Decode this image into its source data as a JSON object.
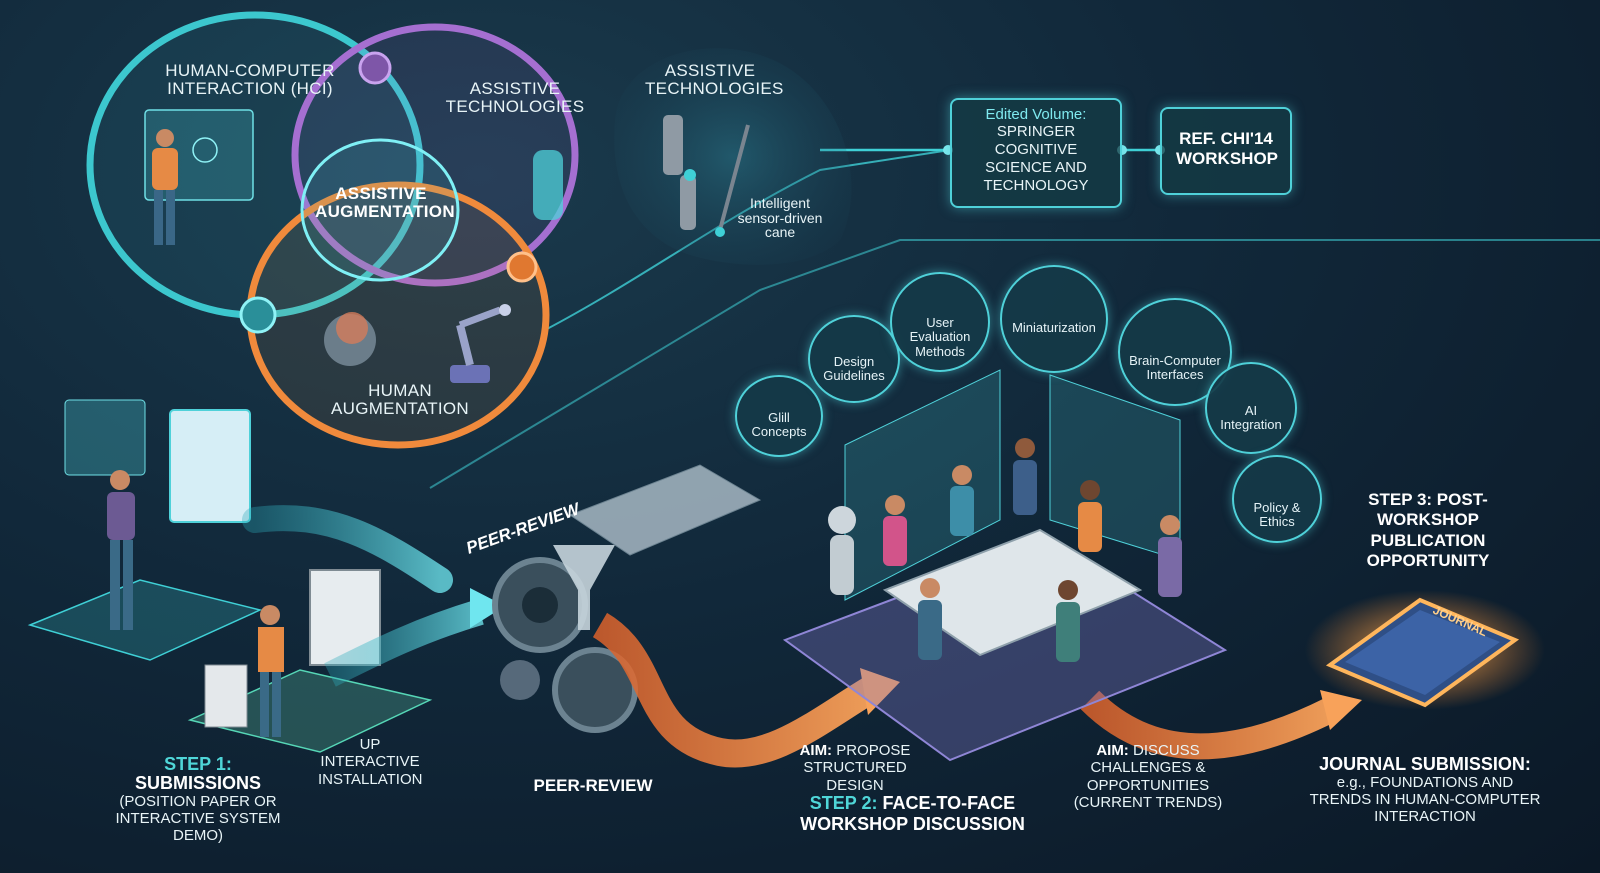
{
  "venn": {
    "hci_label": "HUMAN-COMPUTER INTERACTION (HCI)",
    "assistive_label": "ASSISTIVE TECHNOLOGIES",
    "human_aug_label": "HUMAN AUGMENTATION",
    "center_label": "ASSISTIVE AUGMENTATION"
  },
  "assistive_panel": {
    "title": "ASSISTIVE TECHNOLOGIES",
    "cane_label": "Intelligent sensor-driven cane"
  },
  "edited_volume": {
    "heading": "Edited Volume:",
    "body": "SPRINGER COGNITIVE SCIENCE AND TECHNOLOGY"
  },
  "ref_box": "REF. CHI'14 WORKSHOP",
  "topic_bubbles": [
    {
      "id": "glill",
      "label": "Glill Concepts"
    },
    {
      "id": "design",
      "label": "Design Guidelines"
    },
    {
      "id": "user-eval",
      "label": "User Evaluation Methods"
    },
    {
      "id": "mini",
      "label": "Miniaturization"
    },
    {
      "id": "bci",
      "label": "Brain-Computer Interfaces"
    },
    {
      "id": "ai",
      "label": "AI Integration"
    },
    {
      "id": "policy",
      "label": "Policy & Ethics"
    }
  ],
  "peer_review_sign": "PEER-REVIEW",
  "step1": {
    "step": "STEP 1:",
    "title": "SUBMISSIONS",
    "detail": "(POSITION PAPER OR INTERACTIVE SYSTEM DEMO)",
    "installation": "UP INTERACTIVE INSTALLATION"
  },
  "peer_review": "PEER-REVIEW",
  "step2": {
    "aim1_prefix": "AIM:",
    "aim1_text": "PROPOSE STRUCTURED DESIGN",
    "step": "STEP 2:",
    "title_rest": "FACE-TO-FACE WORKSHOP DISCUSSION",
    "aim2_prefix": "AIM:",
    "aim2_text": "DISCUSS CHALLENGES & OPPORTUNITIES (CURRENT TRENDS)"
  },
  "step3": {
    "title": "STEP 3: POST-WORKSHOP PUBLICATION OPPORTUNITY",
    "journal_cover": "JOURNAL",
    "submission_head": "JOURNAL SUBMISSION:",
    "submission_body": "e.g., FOUNDATIONS AND TRENDS IN HUMAN-COMPUTER INTERACTION"
  },
  "colors": {
    "teal": "#3fd0d6",
    "purple": "#a56fd1",
    "orange": "#f08a3c",
    "step_teal": "#4fd6d8",
    "background": "#11283a"
  }
}
